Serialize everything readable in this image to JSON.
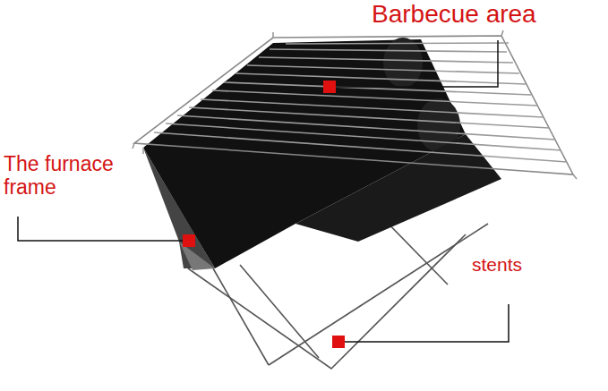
{
  "diagram": {
    "labels": [
      "Barbecue area",
      "The furnace frame",
      "stents"
    ]
  }
}
